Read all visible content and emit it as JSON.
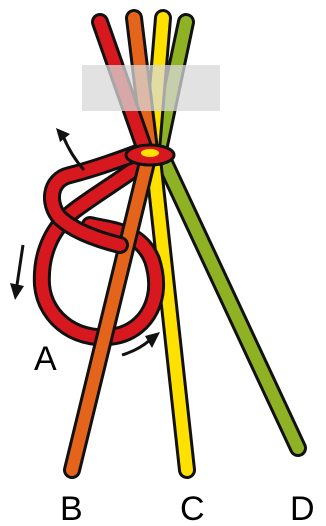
{
  "labels": {
    "a": "A",
    "b": "B",
    "c": "C",
    "d": "D"
  },
  "strands": {
    "a": {
      "color": "#d7191f"
    },
    "b": {
      "color": "#e4641b"
    },
    "c": {
      "color": "#ffe100"
    },
    "d": {
      "color": "#8fb225"
    }
  },
  "tape": {
    "color": "#d8d8d8"
  },
  "outline": "#111111"
}
